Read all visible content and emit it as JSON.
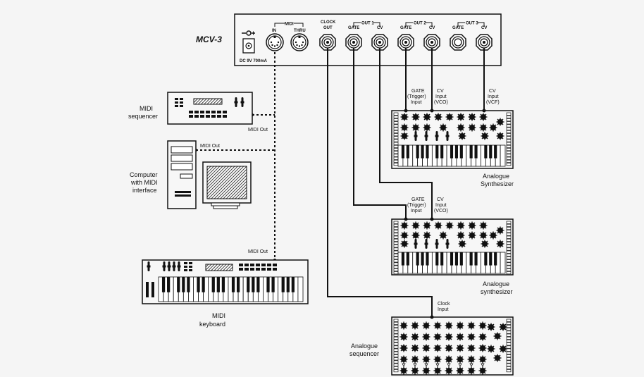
{
  "device": {
    "name": "MCV-3",
    "power_label": "DC 9V 700mA",
    "midi_group_label": "MIDI",
    "midi_in_label": "IN",
    "midi_thru_label": "THRU",
    "clock_label_1": "CLOCK",
    "clock_label_2": "OUT",
    "outputs": [
      {
        "group": "OUT 1",
        "gate": "GATE",
        "cv": "CV"
      },
      {
        "group": "OUT 2",
        "gate": "GATE",
        "cv": "CV"
      },
      {
        "group": "OUT 3",
        "gate": "GATE",
        "cv": "CV"
      }
    ]
  },
  "sources": {
    "sequencer": {
      "label_1": "MIDI",
      "label_2": "sequencer",
      "port": "MIDI Out"
    },
    "computer": {
      "label_1": "Computer",
      "label_2": "with MIDI",
      "label_3": "interface",
      "port": "MIDI Out"
    },
    "keyboard": {
      "label_1": "MIDI",
      "label_2": "keyboard",
      "port": "MIDI Out"
    }
  },
  "targets": {
    "synth1": {
      "label_1": "Analogue",
      "label_2": "Synthesizer",
      "gate_in": [
        "GATE",
        "(Trigger)",
        "Input"
      ],
      "cv_vco": [
        "CV",
        "Input",
        "(VCO)"
      ],
      "cv_vcf": [
        "CV",
        "Input",
        "(VCF)"
      ]
    },
    "synth2": {
      "label_1": "Analogue",
      "label_2": "synthesizer",
      "gate_in": [
        "GATE",
        "(Trigger)",
        "Input"
      ],
      "cv_vco": [
        "CV",
        "Input",
        "(VCO)"
      ]
    },
    "sequencer": {
      "label_1": "Analogue",
      "label_2": "sequencer",
      "clock_in": [
        "Clock",
        "Input"
      ]
    }
  },
  "connections": [
    {
      "from": "MIDI sequencer MIDI Out",
      "to": "MCV-3 MIDI IN",
      "type": "midi"
    },
    {
      "from": "Computer MIDI Out",
      "to": "MCV-3 MIDI IN",
      "type": "midi"
    },
    {
      "from": "MIDI keyboard MIDI Out",
      "to": "MCV-3 MIDI IN",
      "type": "midi"
    },
    {
      "from": "CLOCK OUT",
      "to": "Analogue sequencer Clock Input",
      "type": "cv"
    },
    {
      "from": "OUT 1 GATE",
      "to": "Analogue synthesizer GATE (Trigger) Input",
      "type": "cv"
    },
    {
      "from": "OUT 1 CV",
      "to": "Analogue synthesizer CV Input (VCO)",
      "type": "cv"
    },
    {
      "from": "OUT 2 GATE",
      "to": "Analogue Synthesizer GATE (Trigger) Input",
      "type": "cv"
    },
    {
      "from": "OUT 2 CV",
      "to": "Analogue Synthesizer CV Input (VCO)",
      "type": "cv"
    },
    {
      "from": "OUT 3 CV",
      "to": "Analogue Synthesizer CV Input (VCF)",
      "type": "cv"
    }
  ]
}
